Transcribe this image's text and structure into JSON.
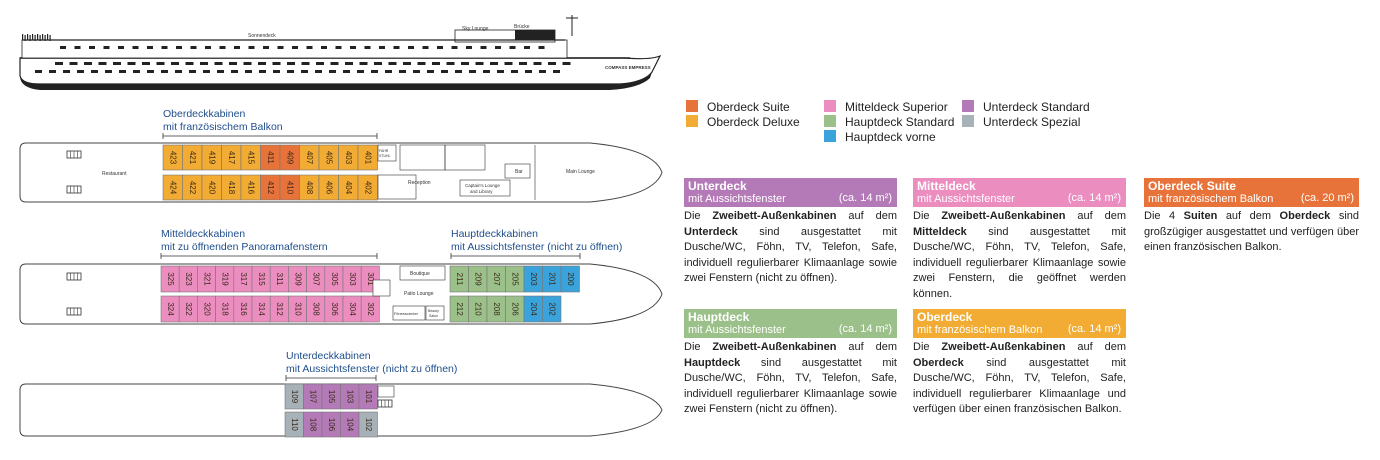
{
  "colors": {
    "suite": "#e8733a",
    "deluxe": "#f2ab33",
    "superior": "#ec8dc0",
    "haupt_std": "#9cc08a",
    "haupt_vorne": "#3ba3db",
    "unter_std": "#b47ab7",
    "unter_sp": "#a7b1b8",
    "label_blue": "#1f4e8c"
  },
  "ship_side": {
    "deck_labels": [
      "Sonnendeck",
      "Sky Lounge",
      "Brücke"
    ],
    "ship_name": "COMPASS EMPRESS"
  },
  "decks": {
    "ober": {
      "title_lines": [
        "Oberdeckkabinen",
        "mit französischem Balkon"
      ],
      "top": [
        "423",
        "421",
        "419",
        "417",
        "415",
        "411",
        "409",
        "407",
        "405",
        "403",
        "401"
      ],
      "bottom": [
        "424",
        "422",
        "420",
        "418",
        "416",
        "412",
        "410",
        "408",
        "406",
        "404",
        "402"
      ],
      "top_colors": [
        "deluxe",
        "deluxe",
        "deluxe",
        "deluxe",
        "deluxe",
        "suite",
        "suite",
        "deluxe",
        "deluxe",
        "deluxe",
        "deluxe"
      ],
      "bottom_colors": [
        "deluxe",
        "deluxe",
        "deluxe",
        "deluxe",
        "deluxe",
        "suite",
        "suite",
        "deluxe",
        "deluxe",
        "deluxe",
        "deluxe"
      ],
      "rooms": [
        "Restaurant",
        "Reception",
        "Bar",
        "Captain's Lounge and Library",
        "Main Lounge",
        "FAHR STUHL"
      ]
    },
    "mittel": {
      "title_lines": [
        "Mitteldeckkabinen",
        "mit zu öffnenden Panoramafenstern"
      ],
      "title2_lines": [
        "Hauptdeckkabinen",
        "mit Aussichtsfenster (nicht zu öffnen)"
      ],
      "top": [
        "325",
        "323",
        "321",
        "319",
        "317",
        "315",
        "311",
        "309",
        "307",
        "305",
        "303",
        "301"
      ],
      "bottom": [
        "324",
        "322",
        "320",
        "318",
        "316",
        "314",
        "312",
        "310",
        "308",
        "306",
        "304",
        "302"
      ],
      "haupt_top": [
        "211",
        "209",
        "207",
        "205",
        "203",
        "201",
        "200"
      ],
      "haupt_bottom": [
        "212",
        "210",
        "208",
        "206",
        "204",
        "202"
      ],
      "haupt_top_colors": [
        "haupt_std",
        "haupt_std",
        "haupt_std",
        "haupt_std",
        "haupt_vorne",
        "haupt_vorne",
        "haupt_vorne"
      ],
      "haupt_bottom_colors": [
        "haupt_std",
        "haupt_std",
        "haupt_std",
        "haupt_std",
        "haupt_vorne",
        "haupt_vorne"
      ],
      "rooms": [
        "Boutique",
        "Patio Lounge",
        "Fitnesscenter",
        "Beauty Salon"
      ]
    },
    "unter": {
      "title_lines": [
        "Unterdeckkabinen",
        "mit Aussichtsfenster (nicht zu öffnen)"
      ],
      "top": [
        "109",
        "107",
        "105",
        "103",
        "101"
      ],
      "bottom": [
        "110",
        "108",
        "106",
        "104",
        "102"
      ],
      "top_colors": [
        "unter_sp",
        "unter_std",
        "unter_std",
        "unter_std",
        "unter_std"
      ],
      "bottom_colors": [
        "unter_sp",
        "unter_std",
        "unter_std",
        "unter_std",
        "unter_sp"
      ]
    }
  },
  "legend": [
    {
      "label": "Oberdeck Suite",
      "color": "suite"
    },
    {
      "label": "Oberdeck Deluxe",
      "color": "deluxe"
    },
    {
      "label": "Mitteldeck Superior",
      "color": "superior"
    },
    {
      "label": "Hauptdeck Standard",
      "color": "haupt_std"
    },
    {
      "label": "Hauptdeck vorne",
      "color": "haupt_vorne"
    },
    {
      "label": "Unterdeck Standard",
      "color": "unter_std"
    },
    {
      "label": "Unterdeck Spezial",
      "color": "unter_sp"
    }
  ],
  "cards": {
    "unterdeck": {
      "title": "Unterdeck",
      "sub": "mit Aussichtsfenster",
      "size": "(ca. 14 m²)",
      "color": "unter_std",
      "body": [
        [
          "Die ",
          false
        ],
        [
          "Zweibett-Außenkabinen",
          true
        ],
        [
          " auf dem ",
          false
        ],
        [
          "Unterdeck",
          true
        ],
        [
          " sind ausgestattet mit Dusche/WC, Föhn, TV, Telefon, Safe, individuell regulierbarer Klimaanlage sowie zwei Fenstern (nicht zu öffnen).",
          false
        ]
      ]
    },
    "mitteldeck": {
      "title": "Mitteldeck",
      "sub": "mit Aussichtsfenster",
      "size": "(ca. 14 m²)",
      "color": "superior",
      "body": [
        [
          "Die ",
          false
        ],
        [
          "Zweibett-Außenkabinen",
          true
        ],
        [
          " auf dem ",
          false
        ],
        [
          "Mitteldeck",
          true
        ],
        [
          " sind ausgestattet mit Dusche/WC, Föhn, TV, Telefon, Safe, individuell regulierbarer Klimaanlage sowie zwei Fenstern, die geöffnet werden können.",
          false
        ]
      ]
    },
    "oberdeck_suite": {
      "title": "Oberdeck Suite",
      "sub": "mit französischem Balkon",
      "size": "(ca. 20 m²)",
      "color": "suite",
      "body": [
        [
          "Die 4 ",
          false
        ],
        [
          "Suiten",
          true
        ],
        [
          " auf dem ",
          false
        ],
        [
          "Oberdeck",
          true
        ],
        [
          " sind großzügiger ausgestattet und verfügen über einen französischen Balkon.",
          false
        ]
      ]
    },
    "hauptdeck": {
      "title": "Hauptdeck",
      "sub": "mit Aussichtsfenster",
      "size": "(ca. 14 m²)",
      "color": "haupt_std",
      "body": [
        [
          "Die ",
          false
        ],
        [
          "Zweibett-Außenkabinen",
          true
        ],
        [
          " auf dem ",
          false
        ],
        [
          "Hauptdeck",
          true
        ],
        [
          " sind ausgestattet mit Dusche/WC, Föhn, TV, Telefon, Safe, individuell regulierbarer Klimaanlage sowie zwei Fenstern (nicht zu öffnen).",
          false
        ]
      ]
    },
    "oberdeck": {
      "title": "Oberdeck",
      "sub": "mit französischem Balkon",
      "size": "(ca. 14 m²)",
      "color": "deluxe",
      "body": [
        [
          "Die ",
          false
        ],
        [
          "Zweibett-Außenkabinen",
          true
        ],
        [
          " auf dem ",
          false
        ],
        [
          "Oberdeck",
          true
        ],
        [
          " sind ausgestattet mit Dusche/WC, Föhn, TV, Telefon, Safe, individuell regulierbarer Klimaanlage und verfügen über einen französischen Balkon.",
          false
        ]
      ]
    }
  }
}
